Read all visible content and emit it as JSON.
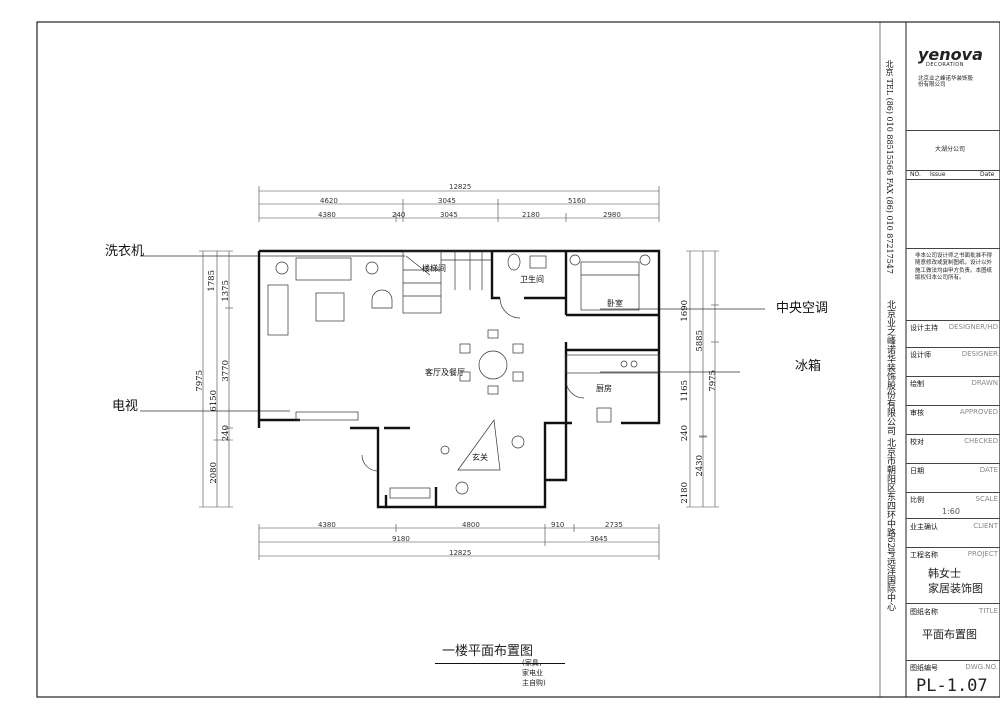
{
  "drawing": {
    "title": "一楼平面布置图",
    "note_lines": [
      "(家具，",
      "家电业",
      "主自购)"
    ],
    "drawing_no": "PL-1.07"
  },
  "dimensions": {
    "top_total": "12825",
    "top_row2": [
      "4620",
      "3045",
      "5160"
    ],
    "top_row3": [
      "4380",
      "240",
      "3045",
      "2180",
      "2980"
    ],
    "bottom_row1": [
      "4380",
      "4800",
      "910",
      "2735"
    ],
    "bottom_row2": [
      "9180",
      "3645"
    ],
    "bottom_total": "12825",
    "left_outer": "7975",
    "left_mid": [
      "6150",
      "2080"
    ],
    "left_inner": [
      "1785",
      "1375",
      "3770",
      "240"
    ],
    "right_outer": "7975",
    "right_mid": [
      "5885",
      "2430",
      "2180"
    ],
    "right_inner": [
      "1690",
      "1165",
      "240"
    ]
  },
  "rooms": {
    "stair": "楼梯间",
    "bath": "卫生间",
    "bedroom": "卧室",
    "living": "客厅及餐厅",
    "kitchen": "厨房",
    "entry": "玄关"
  },
  "callouts": {
    "washer": "洗衣机",
    "tv": "电视",
    "ac": "中央空调",
    "fridge": "冰箱"
  },
  "title_block": {
    "logo": "yenova",
    "logo_sub": "DECORATION",
    "company_cn": "北京业之峰诺华装饰股份有限公司",
    "branch": "大湖分公司",
    "rev_headers": [
      "NO.",
      "Issue",
      "Date"
    ],
    "notice": "非本公司设计师之书面批准不得随意修改或复制图纸，设计以外施工做法均由甲方负责。本图纸版权归本公司所有。",
    "rows": [
      {
        "cn": "设计主持",
        "en": "DESIGNER/HD"
      },
      {
        "cn": "设计师",
        "en": "DESIGNER"
      },
      {
        "cn": "绘制",
        "en": "DRAWN"
      },
      {
        "cn": "审核",
        "en": "APPROVED"
      },
      {
        "cn": "校对",
        "en": "CHECKED"
      },
      {
        "cn": "日期",
        "en": "DATE"
      },
      {
        "cn": "比例",
        "en": "SCALE"
      },
      {
        "cn": "业主确认",
        "en": "CLIENT"
      }
    ],
    "scale_value": "1:60",
    "project_label": "工程名称",
    "project_en": "PROJECT",
    "project_name": [
      "韩女士",
      "家居装饰图"
    ],
    "drawing_label": "图纸名称",
    "drawing_en": "TITLE",
    "drawing_name": "平面布置图",
    "number_label": "图纸编号",
    "number_en": "DWG.NO.",
    "address_vertical": "北京业之峰诺华装饰股份有限公司 北京市朝阳区东四环中路62号远洋国际中心",
    "contact_vertical": "北京  TEL (86) 010 88515566  FAX (86) 010 87217547"
  }
}
